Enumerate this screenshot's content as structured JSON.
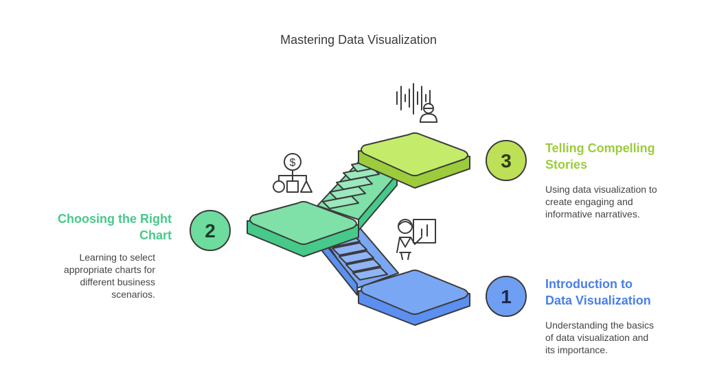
{
  "title": "Mastering Data Visualization",
  "steps": [
    {
      "number": "1",
      "title_line1": "Introduction to",
      "title_line2": "Data Visualization",
      "desc_line1": "Understanding the basics",
      "desc_line2": "of data visualization and",
      "desc_line3": "its importance.",
      "color": "#5b8ff0",
      "icon": "presenter-chart-icon"
    },
    {
      "number": "2",
      "title_line1": "Choosing the Right",
      "title_line2": "Chart",
      "desc_line1": "Learning to select",
      "desc_line2": "appropriate charts for",
      "desc_line3": "different business",
      "desc_line4": "scenarios.",
      "color": "#47c98a",
      "icon": "decision-shapes-icon"
    },
    {
      "number": "3",
      "title_line1": "Telling Compelling",
      "title_line2": "Stories",
      "desc_line1": "Using data visualization to",
      "desc_line2": "create engaging and",
      "desc_line3": "informative narratives.",
      "color": "#9ccc3c",
      "icon": "storyteller-sound-icon"
    }
  ]
}
